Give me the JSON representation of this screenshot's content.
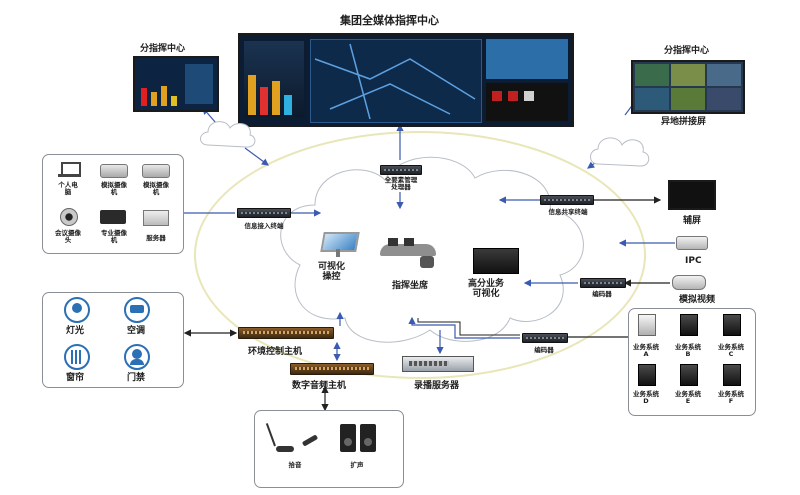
{
  "title": "集团全媒体指挥中心",
  "branch_left": "分指挥中心",
  "branch_right": "分指挥中心",
  "remote_screen": "异地拼接屏",
  "aux_screen": "辅屏",
  "ipc": "IPC",
  "analog_video": "模拟视频",
  "encoder_top": "编码器",
  "encoder_bottom": "编码器",
  "info_access_terminal": "信息接入终端",
  "info_share_terminal": "信息共享终端",
  "element_processor": "全要素管理\n处理器",
  "center_items": {
    "visual_control": "可视化\n操控",
    "command_seat": "指挥坐席",
    "hd_visual": "高分业务\n可视化"
  },
  "input_devices": [
    {
      "label": "个人电\n脑"
    },
    {
      "label": "模拟摄像\n机"
    },
    {
      "label": "模拟摄像\n机"
    },
    {
      "label": "会议摄像\n头"
    },
    {
      "label": "专业摄像\n机"
    },
    {
      "label": "服务器"
    }
  ],
  "env_devices": [
    {
      "label": "灯光"
    },
    {
      "label": "空调"
    },
    {
      "label": "窗帘"
    },
    {
      "label": "门禁"
    }
  ],
  "env_host": "环境控制主机",
  "audio_host": "数字音频主机",
  "recording_server": "录播服务器",
  "audio_devices": [
    {
      "label": "拾音"
    },
    {
      "label": "扩声"
    }
  ],
  "business_systems": [
    {
      "label": "业务系统\nA"
    },
    {
      "label": "业务系统\nB"
    },
    {
      "label": "业务系统\nC"
    },
    {
      "label": "业务系统\nD"
    },
    {
      "label": "业务系统\nE"
    },
    {
      "label": "业务系统\nF"
    }
  ],
  "colors": {
    "arrow_blue": "#3b5bb0",
    "ellipse": "#e9e6b8",
    "panel_border": "#8a8f96",
    "screen_bg": "#0a2038"
  }
}
